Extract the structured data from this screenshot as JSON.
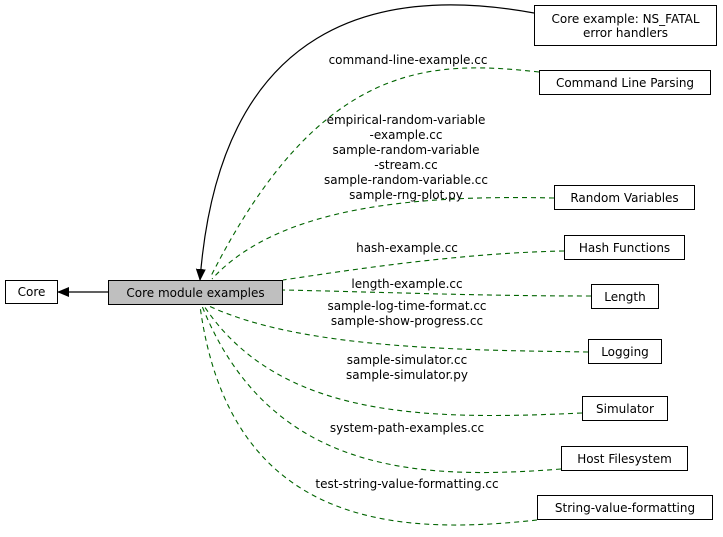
{
  "nodes": {
    "core": "Core",
    "core_module_examples": "Core module examples",
    "ns_fatal": [
      "Core example: NS_FATAL",
      "error handlers"
    ],
    "command_line": "Command Line Parsing",
    "random_variables": "Random Variables",
    "hash_functions": "Hash Functions",
    "length": "Length",
    "logging": "Logging",
    "simulator": "Simulator",
    "host_filesystem": "Host Filesystem",
    "string_value": "String-value-formatting"
  },
  "edge_labels": {
    "command_line": [
      "command-line-example.cc"
    ],
    "random_variables": [
      "empirical-random-variable",
      "-example.cc",
      "sample-random-variable",
      "-stream.cc",
      "sample-random-variable.cc",
      "sample-rng-plot.py"
    ],
    "hash_functions": [
      "hash-example.cc"
    ],
    "length": [
      "length-example.cc"
    ],
    "logging": [
      "sample-log-time-format.cc",
      "sample-show-progress.cc"
    ],
    "simulator": [
      "sample-simulator.cc",
      "sample-simulator.py"
    ],
    "host_filesystem": [
      "system-path-examples.cc"
    ],
    "string_value": [
      "test-string-value-formatting.cc"
    ]
  },
  "colors": {
    "dependency_edge": "#000000",
    "member_edge": "#006400",
    "current_node_fill": "#bfbfbf"
  }
}
